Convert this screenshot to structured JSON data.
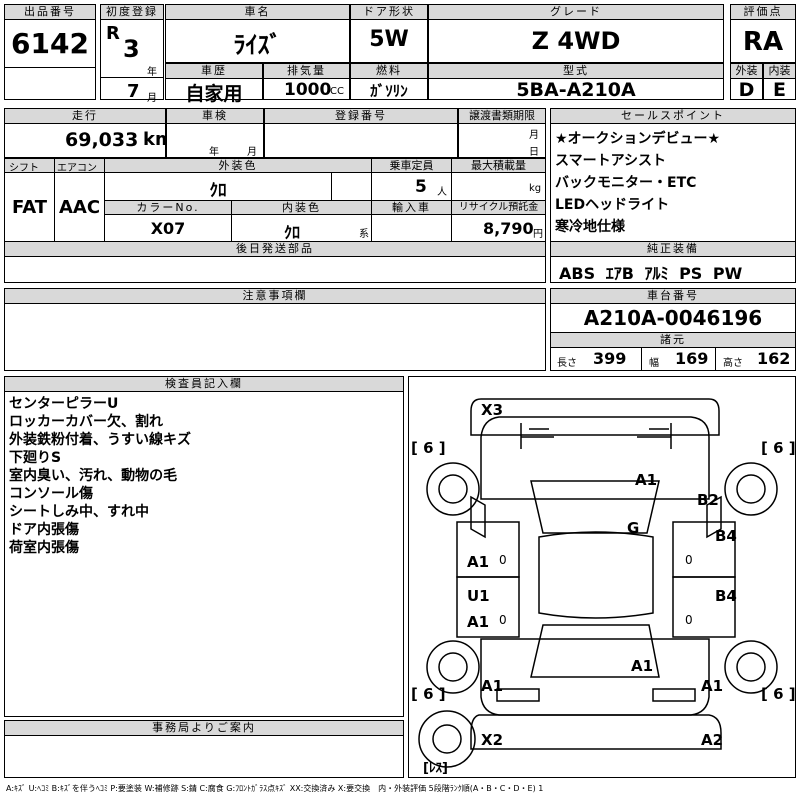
{
  "header": {
    "lot_label": "出品番号",
    "lot_number": "6142",
    "first_reg_label": "初度登録",
    "era": "R",
    "year": "3",
    "year_unit": "年",
    "month": "7",
    "month_unit": "月",
    "car_name_label": "車名",
    "car_name": "ﾗｲｽﾞ",
    "history_label": "車歴",
    "history": "自家用",
    "displacement_label": "排気量",
    "displacement": "1000",
    "displacement_unit": "CC",
    "door_label": "ドア形状",
    "door": "5W",
    "fuel_label": "燃料",
    "fuel": "ｶﾞｿﾘﾝ",
    "grade_label": "グレード",
    "grade": "Z 4WD",
    "model_label": "型式",
    "model": "5BA-A210A",
    "score_label": "評価点",
    "score": "RA",
    "exterior_label": "外装",
    "exterior": "D",
    "interior_label": "内装",
    "interior": "E"
  },
  "row2": {
    "mileage_label": "走行",
    "mileage": "69,033",
    "mileage_unit": "km",
    "inspection_label": "車検",
    "inspection_year_unit": "年",
    "inspection_month_unit": "月",
    "registration_label": "登録番号",
    "transfer_label": "譲渡書類期限",
    "transfer_month_unit": "月",
    "transfer_day_unit": "日"
  },
  "row3": {
    "shift_label": "シフト",
    "shift": "FAT",
    "aircon_label": "エアコン",
    "aircon": "AAC",
    "exterior_color_label": "外装色",
    "exterior_color": "ｸﾛ",
    "capacity_label": "乗車定員",
    "capacity": "5",
    "capacity_unit": "人",
    "max_load_label": "最大積載量",
    "max_load_unit": "kg",
    "color_no_label": "カラーNo.",
    "color_no": "X07",
    "interior_color_label": "内装色",
    "interior_color": "ｸﾛ",
    "interior_color_unit": "系",
    "import_label": "輸入車",
    "recycle_label": "リサイクル預託金",
    "recycle": "8,790",
    "recycle_unit": "円",
    "later_parts_label": "後日発送部品"
  },
  "sales": {
    "label": "セールスポイント",
    "items": [
      "★オークションデビュー★",
      "スマートアシスト",
      "バックモニター・ETC",
      "LEDヘッドライト",
      "寒冷地仕様"
    ]
  },
  "equipment": {
    "label": "純正装備",
    "items": [
      "ABS",
      "ｴｱB",
      "ｱﾙﾐ",
      "PS",
      "PW"
    ]
  },
  "notes": {
    "label": "注意事項欄"
  },
  "chassis": {
    "label": "車台番号",
    "number": "A210A-0046196",
    "specs_label": "諸元",
    "length_label": "長さ",
    "length": "399",
    "width_label": "幅",
    "width": "169",
    "height_label": "高さ",
    "height": "162"
  },
  "inspector": {
    "label": "検査員記入欄",
    "lines": [
      "センターピラーU",
      "ロッカーカバー欠、割れ",
      "外装鉄粉付着、うすい線キズ",
      "下廻りS",
      "室内臭い、汚れ、動物の毛",
      "コンソール傷",
      "シートしみ中、すれ中",
      "ドア内張傷",
      "荷室内張傷"
    ]
  },
  "office": {
    "label": "事務局よりご案内"
  },
  "diagram": {
    "marks": {
      "x3": "X3",
      "tire_fl": "[ 6 ]",
      "tire_fr": "[ 6 ]",
      "tire_rl": "[ 6 ]",
      "tire_rr": "[ 6 ]",
      "roof": "A1",
      "fender_r": "B2",
      "windshield": "G",
      "door_fl": "A1",
      "door_fr": "B4",
      "pillar_l": "U1",
      "door_rl": "A1",
      "door_rr": "B4",
      "rear_glass": "A1",
      "quarter_l": "A1",
      "quarter_r": "A1",
      "x2_left": "X2",
      "a2_right": "A2",
      "spare": "[ﾚｽ]",
      "zero1": "0",
      "zero2": "0",
      "zero3": "0",
      "zero4": "0"
    }
  },
  "legend": "A:ｷｽﾞ U:ﾍｺﾐ B:ｷｽﾞを伴うﾍｺﾐ P:要塗装 W:補修跡 S:錆 C:腐食 G:ﾌﾛﾝﾄｶﾞﾗｽ点ｷｽﾞ XX:交換済み X:要交換　内・外装評価 5段階ﾗﾝｸ順(A・B・C・D・E) 1"
}
